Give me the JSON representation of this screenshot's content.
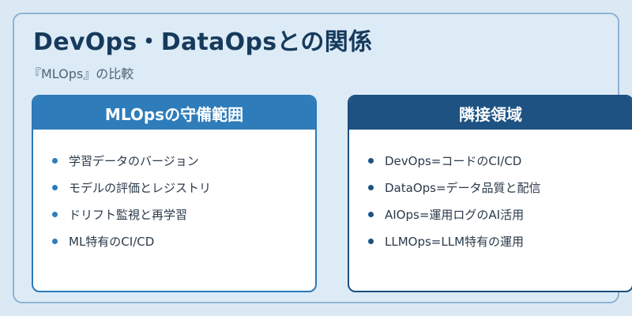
{
  "title": "DevOps・DataOpsとの関係",
  "subtitle": "『MLOps』の比較",
  "left_card": {
    "header": "MLOpsの守備範囲",
    "items": [
      "学習データのバージョン",
      "モデルの評価とレジストリ",
      "ドリフト監視と再学習",
      "ML特有のCI/CD"
    ]
  },
  "right_card": {
    "header": "隣接領域",
    "items": [
      "DevOps=コードのCI/CD",
      "DataOps=データ品質と配信",
      "AIOps=運用ログのAI活用",
      "LLMOps=LLM特有の運用"
    ]
  },
  "colors": {
    "left_accent": "#2e7cba",
    "right_accent": "#1d5283",
    "title": "#173a5c",
    "background": "#dcebf6"
  }
}
